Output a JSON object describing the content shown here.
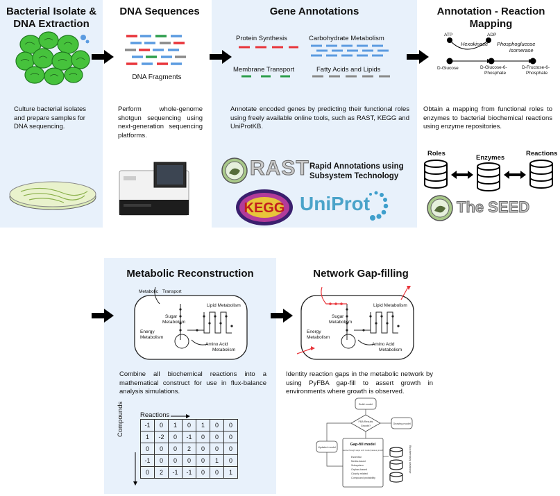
{
  "panels": {
    "isolate": {
      "title_line1": "Bacterial Isolate &",
      "title_line2": "DNA Extraction",
      "description": "Culture bacterial isolates and prepare samples for DNA sequencing."
    },
    "sequences": {
      "title": "DNA Sequences",
      "fragments_label": "DNA Fragments",
      "description": "Perform whole-genome shotgun sequencing using next-generation sequencing platforms."
    },
    "annotations": {
      "title": "Gene Annotations",
      "categories": [
        "Protein Synthesis",
        "Carbohydrate Metabolism",
        "Membrane Transport",
        "Fatty Acids and Lipids"
      ],
      "description": "Annotate encoded genes by predicting their functional roles using freely available online tools, such as RAST, KEGG and UniProtKB.",
      "rast_logo": "RAST",
      "rast_tagline_line1": "Rapid Annotations using",
      "rast_tagline_line2": "Subsystem Technology",
      "kegg_logo": "KEGG",
      "uniprot_logo": "UniProt"
    },
    "mapping": {
      "title_line1": "Annotation - Reaction",
      "title_line2": "Mapping",
      "pathway": {
        "atp": "ATP",
        "adp": "ADP",
        "hexokinase": "Hexokinase",
        "isomerase_line1": "Phosphoglucose",
        "isomerase_line2": "isomerase",
        "glucose": "D-Glucose",
        "g6p_line1": "D-Glucose-6-",
        "g6p_line2": "Phosphate",
        "f6p_line1": "D-Fructose-6-",
        "f6p_line2": "Phosphate"
      },
      "description": "Obtain a mapping from functional roles to enzymes to bacterial biochemical reactions using enzyme repositories.",
      "db_labels": [
        "Roles",
        "Enzymes",
        "Reactions"
      ],
      "seed_logo": "The SEED"
    },
    "reconstruction": {
      "title": "Metabolic Reconstruction",
      "cell_labels": {
        "metabolic": "Metabolic",
        "transport": "Transport",
        "lipid": "Lipid Metabolism",
        "sugar_line1": "Sugar",
        "sugar_line2": "Metabolism",
        "energy_line1": "Energy",
        "energy_line2": "Metabolism",
        "amino_line1": "Amino Acid",
        "amino_line2": "Metabolism"
      },
      "description": "Combine all biochemical reactions into a mathematical construct for use in flux-balance analysis simulations.",
      "matrix_col_label": "Reactions",
      "matrix_row_label": "Compounds",
      "matrix": [
        [
          "-1",
          "0",
          "1",
          "0",
          "1",
          "0",
          "0"
        ],
        [
          "1",
          "-2",
          "0",
          "-1",
          "0",
          "0",
          "0"
        ],
        [
          "0",
          "0",
          "0",
          "2",
          "0",
          "0",
          "0"
        ],
        [
          "-1",
          "0",
          "0",
          "0",
          "0",
          "1",
          "0"
        ],
        [
          "0",
          "2",
          "-1",
          "-1",
          "0",
          "0",
          "1"
        ]
      ]
    },
    "gapfill": {
      "title": "Network Gap-filling",
      "cell_labels": {
        "lipid": "Lipid Metabolism",
        "sugar_line1": "Sugar",
        "sugar_line2": "Metabolism",
        "energy_line1": "Energy",
        "energy_line2": "Metabolism",
        "amino_line1": "Amino Acid",
        "amino_line2": "Metabolism"
      },
      "description": "Identity reaction gaps in the metabolic network by using PyFBA gap-fill to assert growth in environments where growth is observed.",
      "flow": {
        "build": "Build model",
        "fba": "FBA Results",
        "growth": "Growth?",
        "growing": "Growing model",
        "updated": "Updated model",
        "gapfill_title": "Gap-fill model",
        "gapfill_sub": "iterate through steps until model passes growth",
        "steps": [
          "Essential",
          "Media-based",
          "Subsystem",
          "Orphan-based",
          "Closely related",
          "Compound probability"
        ],
        "side_label": "Biochemistry database"
      }
    }
  },
  "colors": {
    "panel_bg": "#e8f1fb",
    "red": "#e8343a",
    "blue": "#5b9be0",
    "green": "#2e9e4c",
    "gray": "#8a8a8a",
    "cell_green": "#46c23c"
  }
}
